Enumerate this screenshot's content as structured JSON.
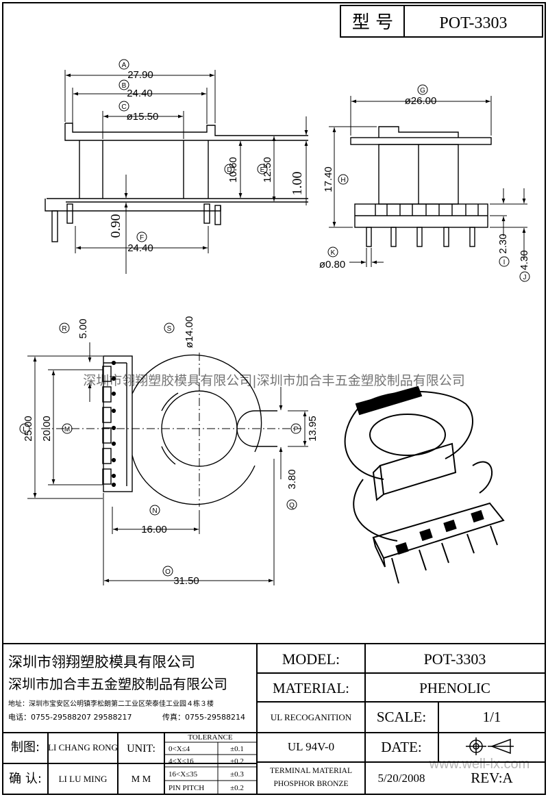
{
  "header": {
    "label_model": "型 号",
    "model": "POT-3303"
  },
  "front_view": {
    "dims": {
      "a": "27.90",
      "b": "24.40",
      "c": "ø15.50",
      "d": "10.60",
      "e": "12.50",
      "f": "24.40",
      "thk_top": "1.00",
      "thk_bottom": "0.90"
    },
    "callouts": {
      "a": "A",
      "b": "B",
      "c": "C",
      "d": "D",
      "e": "E",
      "f": "F"
    }
  },
  "side_view": {
    "dims": {
      "g": "ø26.00",
      "h": "17.40",
      "i": "2.30",
      "j": "4.30",
      "k": "ø0.80"
    },
    "callouts": {
      "g": "G",
      "h": "H",
      "i": "I",
      "j": "J",
      "k": "K"
    }
  },
  "bottom_view": {
    "dims": {
      "r": "5.00",
      "s": "ø14.00",
      "l": "25.00",
      "m": "20.00",
      "p": "13.95",
      "q": "3.80",
      "n": "16.00",
      "o": "31.50"
    },
    "callouts": {
      "r": "R",
      "s": "S",
      "l": "L",
      "m": "M",
      "p": "P",
      "q": "Q",
      "n": "N",
      "o": "O"
    }
  },
  "watermark": "深圳市翎翔塑胶模具有限公司|深圳市加合丰五金塑胶制品有限公司",
  "watermark_url": "www.well-lx.com",
  "title_block": {
    "company1": "深圳市翎翔塑胶模具有限公司",
    "company2": "深圳市加合丰五金塑胶制品有限公司",
    "address": "地址：深圳市宝安区公明镇李松朗第二工业区荣泰佳工业园４栋３楼",
    "phone": "电话：0755-29588207  29588217",
    "fax": "传真：0755-29588214",
    "model_label": "MODEL:",
    "model_value": "POT-3303",
    "material_label": "MATERIAL:",
    "material_value": "PHENOLIC",
    "ul_label": "UL RECOGANITION",
    "ul_value": "UL 94V-0",
    "scale_label": "SCALE:",
    "scale_value": "1/1",
    "date_label": "DATE:",
    "date_value": "5/20/2008",
    "rev_label": "REV:A",
    "terminal_label": "TERMINAL MATERIAL",
    "terminal_value": "PHOSPHOR  BRONZE",
    "drawn_label": "制图:",
    "drawn_by": "LI CHANG RONG",
    "checked_label": "确 认:",
    "checked_by": "LI LU MING",
    "unit_label": "UNIT:",
    "unit_value": "M M",
    "tol_title": "TOLERANCE",
    "tol": [
      {
        "range": "0<X≤4",
        "val": "±0.1"
      },
      {
        "range": "4<X≤16",
        "val": "±0.2"
      },
      {
        "range": "16<X≤35",
        "val": "±0.3"
      },
      {
        "range": "PIN PITCH",
        "val": "±0.2"
      }
    ]
  }
}
